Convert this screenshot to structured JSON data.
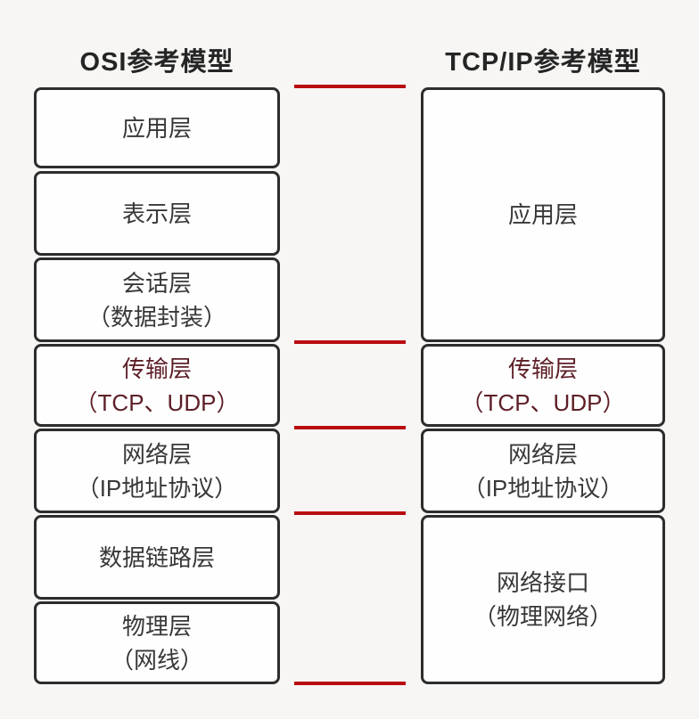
{
  "headers": {
    "left": "OSI参考模型",
    "right": "TCP/IP参考模型"
  },
  "osi_model": {
    "layers": [
      {
        "title": "应用层",
        "subtitle": ""
      },
      {
        "title": "表示层",
        "subtitle": ""
      },
      {
        "title": "会话层",
        "subtitle": "（数据封装）"
      },
      {
        "title": "传输层",
        "subtitle": "（TCP、UDP）",
        "highlight": true
      },
      {
        "title": "网络层",
        "subtitle": "（IP地址协议）"
      },
      {
        "title": "数据链路层",
        "subtitle": ""
      },
      {
        "title": "物理层",
        "subtitle": "（网线）"
      }
    ]
  },
  "tcpip_model": {
    "layers": [
      {
        "title": "应用层",
        "subtitle": ""
      },
      {
        "title": "传输层",
        "subtitle": "（TCP、UDP）",
        "highlight": true
      },
      {
        "title": "网络层",
        "subtitle": "（IP地址协议）"
      },
      {
        "title": "网络接口",
        "subtitle": "（物理网络）"
      }
    ]
  },
  "colors": {
    "background": "#f7f6f4",
    "box_border": "#2d2d2d",
    "text": "#383838",
    "highlight_text": "#5d1e26",
    "connector_red": "#b90c10"
  },
  "connectors": {
    "count": 5,
    "description": "red boundary lines linking aligned layer edges"
  }
}
